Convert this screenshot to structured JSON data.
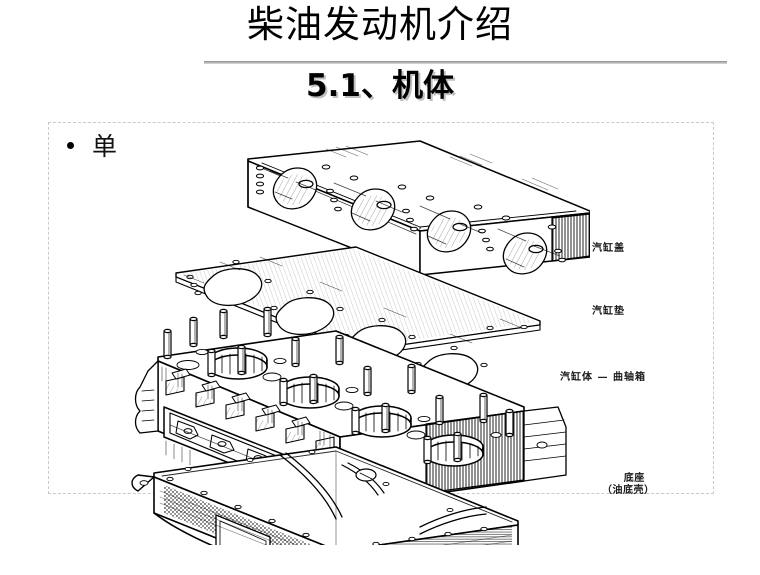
{
  "slide": {
    "title": "柴油发动机介绍",
    "subtitle": "5.1、机体",
    "bullet": "单",
    "accent_rule_color": "#9a9a9a",
    "content_border_color": "#c9c9c9",
    "background_color": "#ffffff",
    "text_color": "#000000"
  },
  "figure": {
    "name": "exploded-diesel-engine-block-diagram",
    "callouts": [
      {
        "id": "cylinder-head",
        "label": "汽缸盖"
      },
      {
        "id": "cylinder-gasket",
        "label": "汽缸垫"
      },
      {
        "id": "cylinder-block-crankcase",
        "label": "汽缸体 — 曲轴箱"
      },
      {
        "id": "base-line1",
        "label": "底座"
      },
      {
        "id": "base-line2",
        "label": "（油底壳）"
      }
    ],
    "parts": {
      "cylinder_count": 4,
      "head_stud_count": 16
    }
  }
}
